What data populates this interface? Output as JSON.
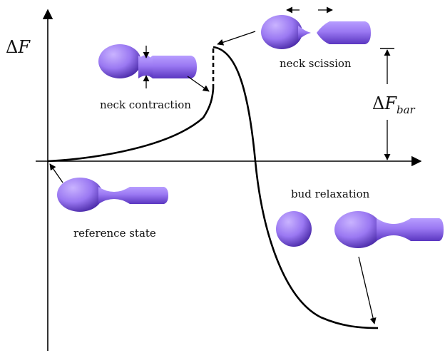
{
  "diagram": {
    "y_axis_label": {
      "delta": "Δ",
      "symbol": "F"
    },
    "barrier_label": {
      "delta": "Δ",
      "symbol": "F",
      "subscript": "bar"
    },
    "labels": {
      "neck_contraction": "neck contraction",
      "neck_scission": "neck scission",
      "bud_relaxation": "bud relaxation",
      "reference_state": "reference state"
    },
    "colors": {
      "membrane_light": "#c9b3ff",
      "membrane_mid": "#9a78f2",
      "membrane_dark": "#4a2aa8",
      "curve": "#000000",
      "axis": "#000000"
    },
    "icons": [
      "arrow-icon",
      "vesicle-shape-icon"
    ]
  }
}
